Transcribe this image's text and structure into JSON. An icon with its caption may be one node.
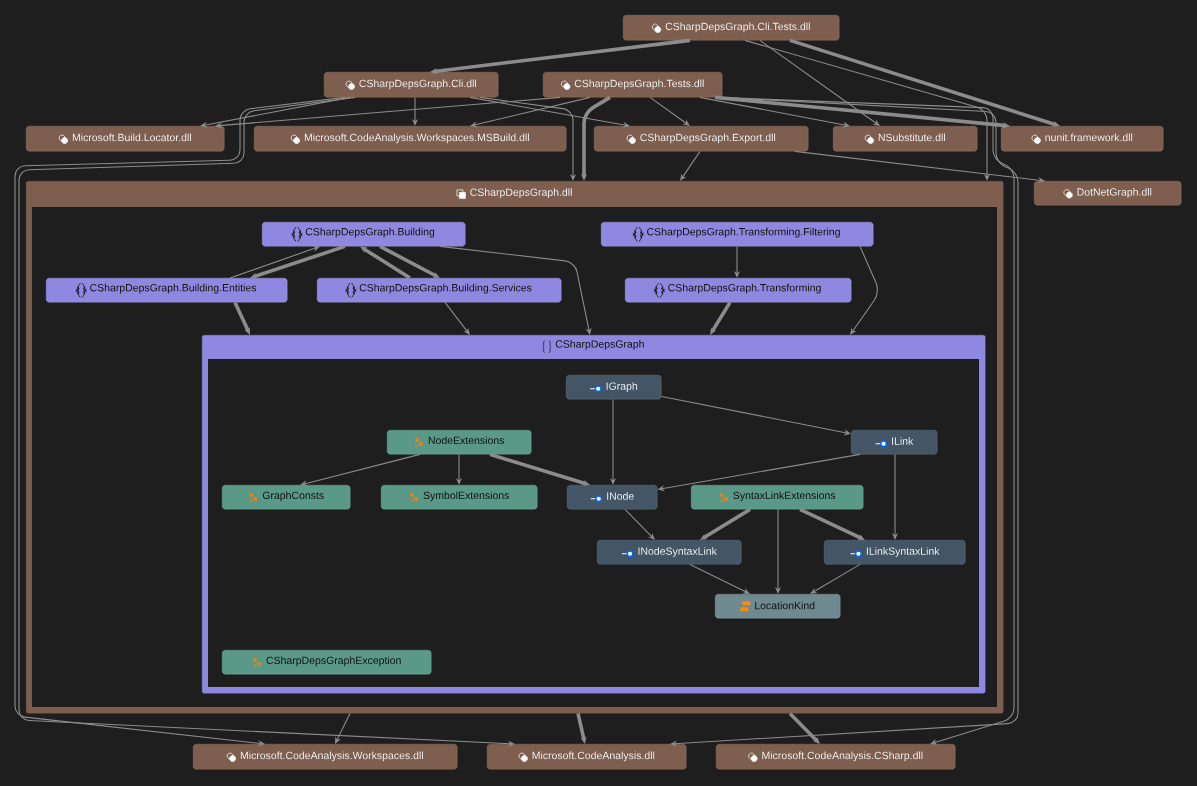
{
  "diagram": {
    "nodes": [
      {
        "text": [
          "CSharpDepsGraph.Cli.Tests.dll"
        ]
      },
      {
        "text": [
          "CSharpDepsGraph.Cli.dll"
        ]
      },
      {
        "text": [
          "CSharpDepsGraph.Tests.dll"
        ]
      },
      {
        "text": [
          "Microsoft.Build.Locator.dll"
        ]
      },
      {
        "text": [
          "Microsoft.CodeAnalysis.Workspaces.MSBuild.dll"
        ]
      },
      {
        "text": [
          "CSharpDepsGraph.Export.dll"
        ]
      },
      {
        "text": [
          "NSubstitute.dll"
        ]
      },
      {
        "text": [
          "nunit.framework.dll"
        ]
      },
      {
        "text": [
          "CSharpDepsGraph.dll"
        ]
      },
      {
        "text": [
          "DotNetGraph.dll"
        ]
      },
      {
        "text": [
          "CSharpDepsGraph.Building"
        ],
        "in": 8
      },
      {
        "text": [
          "CSharpDepsGraph.Transforming.Filtering"
        ],
        "in": 8
      },
      {
        "text": [
          "CSharpDepsGraph.Building.Entities"
        ],
        "in": 8
      },
      {
        "text": [
          "CSharpDepsGraph.Building.Services"
        ],
        "in": 8
      },
      {
        "text": [
          "CSharpDepsGraph.Transforming"
        ],
        "in": 8
      },
      {
        "text": [
          "CSharpDepsGraph"
        ],
        "in": 8
      },
      {
        "text": [
          "IGraph"
        ],
        "in": 15
      },
      {
        "text": [
          "NodeExtensions"
        ],
        "in": 15
      },
      {
        "text": [
          "ILink"
        ],
        "in": 15
      },
      {
        "text": [
          "GraphConsts"
        ],
        "in": 15
      },
      {
        "text": [
          "SymbolExtensions"
        ],
        "in": 15
      },
      {
        "text": [
          "INode"
        ],
        "in": 15
      },
      {
        "text": [
          "SyntaxLinkExtensions"
        ],
        "in": 15
      },
      {
        "text": [
          "INodeSyntaxLink"
        ],
        "in": 15
      },
      {
        "text": [
          "ILinkSyntaxLink"
        ],
        "in": 15
      },
      {
        "text": [
          "LocationKind"
        ],
        "in": 15
      },
      {
        "text": [
          "CSharpDepsGraphException"
        ],
        "in": 15
      },
      {
        "text": [
          "Microsoft.CodeAnalysis.Workspaces.dll"
        ]
      },
      {
        "text": [
          "Microsoft.CodeAnalysis.dll"
        ]
      },
      {
        "text": [
          "Microsoft.CodeAnalysis.CSharp.dll"
        ]
      }
    ],
    "edges": [
      {
        "from": 0,
        "to": 1,
        "arrow": "to",
        "style": "thick"
      },
      {
        "from": 0,
        "to": 6,
        "arrow": "to"
      },
      {
        "from": 0,
        "to": 7,
        "arrow": "to",
        "style": "thick"
      },
      {
        "from": 0,
        "to": 8,
        "arrow": "to"
      },
      {
        "from": 1,
        "to": 3,
        "arrow": "to"
      },
      {
        "from": 1,
        "to": 4,
        "arrow": "to"
      },
      {
        "from": 1,
        "to": 5,
        "arrow": "to"
      },
      {
        "from": 1,
        "to": 8,
        "arrow": "to"
      },
      {
        "from": 2,
        "to": 3,
        "arrow": "to"
      },
      {
        "from": 2,
        "to": 4,
        "arrow": "to"
      },
      {
        "from": 2,
        "to": 5,
        "arrow": "to"
      },
      {
        "from": 2,
        "to": 6,
        "arrow": "to"
      },
      {
        "from": 2,
        "to": 7,
        "arrow": "to",
        "style": "thick"
      },
      {
        "from": 2,
        "to": 8,
        "arrow": "to",
        "style": "thick"
      },
      {
        "from": 5,
        "to": 8,
        "arrow": "to"
      },
      {
        "from": 5,
        "to": 9,
        "arrow": "to"
      },
      {
        "from": 1,
        "to": 27,
        "arrow": "to"
      },
      {
        "from": 1,
        "to": 28,
        "arrow": "to"
      },
      {
        "from": 2,
        "to": 29,
        "arrow": "to"
      },
      {
        "from": 2,
        "to": 28,
        "arrow": "to"
      },
      {
        "from": 8,
        "to": 27,
        "arrow": "to"
      },
      {
        "from": 8,
        "to": 28,
        "arrow": "to",
        "style": "thick"
      },
      {
        "from": 8,
        "to": 29,
        "arrow": "to",
        "style": "thick"
      },
      {
        "from": 10,
        "to": 12,
        "arrow": "to",
        "style": "thick"
      },
      {
        "from": 12,
        "to": 10,
        "arrow": "to"
      },
      {
        "from": 10,
        "to": 13,
        "arrow": "to",
        "style": "thick"
      },
      {
        "from": 13,
        "to": 10,
        "arrow": "to",
        "style": "thick"
      },
      {
        "from": 10,
        "to": 15,
        "arrow": "to"
      },
      {
        "from": 12,
        "to": 15,
        "arrow": "to",
        "style": "thick"
      },
      {
        "from": 13,
        "to": 15,
        "arrow": "to"
      },
      {
        "from": 11,
        "to": 14,
        "arrow": "to"
      },
      {
        "from": 11,
        "to": 15,
        "arrow": "to"
      },
      {
        "from": 14,
        "to": 15,
        "arrow": "to",
        "style": "thick"
      },
      {
        "from": 16,
        "to": 21,
        "arrow": "to"
      },
      {
        "from": 16,
        "to": 18,
        "arrow": "to"
      },
      {
        "from": 17,
        "to": 19,
        "arrow": "to"
      },
      {
        "from": 17,
        "to": 20,
        "arrow": "to"
      },
      {
        "from": 17,
        "to": 21,
        "arrow": "to",
        "style": "thick"
      },
      {
        "from": 18,
        "to": 21,
        "arrow": "to"
      },
      {
        "from": 18,
        "to": 24,
        "arrow": "to"
      },
      {
        "from": 21,
        "to": 23,
        "arrow": "to"
      },
      {
        "from": 22,
        "to": 23,
        "arrow": "to",
        "style": "thick"
      },
      {
        "from": 22,
        "to": 24,
        "arrow": "to",
        "style": "thick"
      },
      {
        "from": 22,
        "to": 25,
        "arrow": "to"
      },
      {
        "from": 23,
        "to": 25,
        "arrow": "to"
      },
      {
        "from": 24,
        "to": 25,
        "arrow": "to"
      }
    ]
  }
}
